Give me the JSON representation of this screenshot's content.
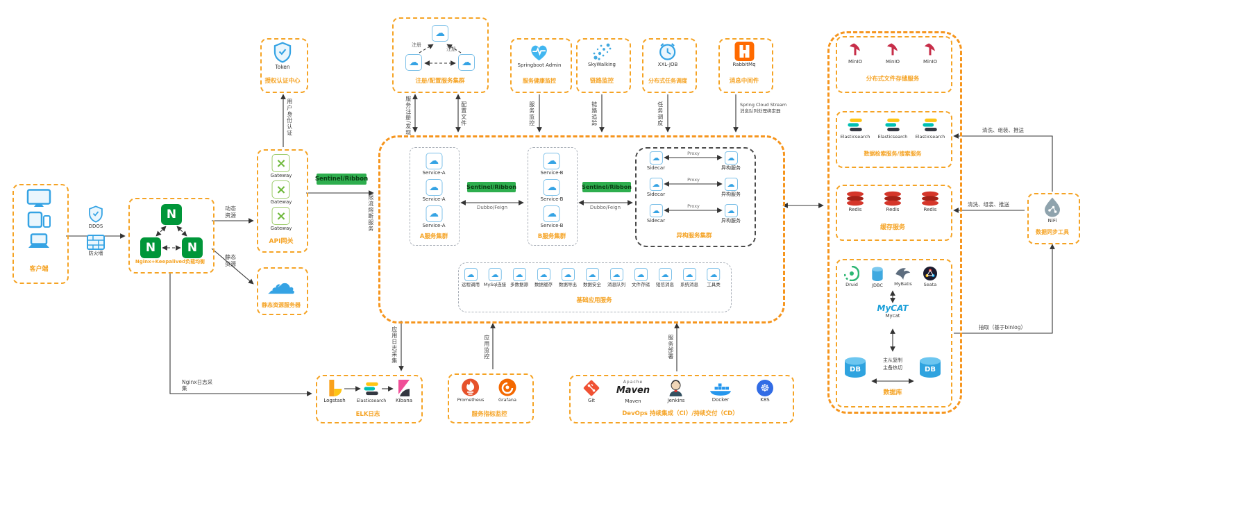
{
  "colors": {
    "accent_orange": "#F5A324",
    "line": "#333333",
    "blue": "#35A3E4",
    "sentinel_green": "#2EAE4E",
    "nginx_green": "#009639"
  },
  "diagram": {
    "client": {
      "label": "客户端"
    },
    "edge": {
      "ddos": "DDOS",
      "firewall": "防火墙"
    },
    "nginx": {
      "label": "Nginx+Keepalived负载均衡"
    },
    "auth": {
      "token": "Token",
      "label": "授权认证中心",
      "arrow": "用户身份认证"
    },
    "gateway": {
      "g1": "Gateway",
      "g2": "Gateway",
      "g3": "Gateway",
      "label": "API网关",
      "arrow_dynamic": "动态资源",
      "arrow_static": "静态资源",
      "sentinel": "Sentinel/Ribbon",
      "sentinel_note": "限流熔断服务"
    },
    "static_server": {
      "label": "静态资源服务器"
    },
    "registry": {
      "label": "注册/配置服务集群",
      "reg1": "注册",
      "reg2": "注册",
      "arrow_discovery": "服务注册/发现",
      "arrow_config": "配置文件"
    },
    "admin": {
      "name": "Springboot Admin",
      "label": "服务健康监控",
      "arrow": "服务监控"
    },
    "skywalking": {
      "name": "SkyWalking",
      "label": "链路监控",
      "arrow": "链路追踪"
    },
    "xxljob": {
      "name": "XXL-JOB",
      "label": "分布式任务调度",
      "arrow": "任务调度"
    },
    "rabbitmq": {
      "name": "RabbitMq",
      "label": "消息中间件",
      "arrow1": "Spring Cloud Stream",
      "arrow2": "消息队列处理绑定器"
    },
    "central": {
      "cluster_a": {
        "s1": "Service-A",
        "s2": "Service-A",
        "s3": "Service-A",
        "label": "A服务集群"
      },
      "cluster_b": {
        "s1": "Service-B",
        "s2": "Service-B",
        "s3": "Service-B",
        "label": "B服务集群"
      },
      "sentinel1": "Sentinel/Ribbon",
      "sentinel2": "Sentinel/Ribbon",
      "rpc1": "Dubbo/Feign",
      "rpc2": "Dubbo/Feign",
      "hetero": {
        "label": "异构服务集群",
        "sidecar": "Sidecar",
        "proxy": "Proxy",
        "service": "异构服务"
      },
      "base": {
        "label": "基础应用服务",
        "items": [
          "远程调用",
          "MySql连接",
          "多数据源",
          "数据缓存",
          "数据导出",
          "数据安全",
          "消息队列",
          "文件存储",
          "短信消息",
          "系统消息",
          "工具类"
        ]
      }
    },
    "storage": {
      "minio": {
        "name": "MinIO",
        "label": "分布式文件存储服务"
      },
      "es": {
        "name": "Elasticsearch",
        "label": "数据检索服务/搜索服务"
      },
      "redis": {
        "name": "Redis",
        "label": "缓存服务"
      },
      "db": {
        "druid": "Druid",
        "jdbc": "JDBC",
        "mybatis": "MyBatis",
        "seata": "Seata",
        "mycat_logo": "MyCAT",
        "mycat": "Mycat",
        "db_label": "DB",
        "replicate": "主从复制",
        "switch": "主备热切",
        "label": "数据库"
      }
    },
    "nifi": {
      "name": "NiFi",
      "label": "数据同步工具",
      "arrow_es": "清洗、组装、推送",
      "arrow_redis": "清洗、组装、推送",
      "arrow_db": "抽取（基于binlog）"
    },
    "elk": {
      "logstash": "Logstash",
      "es": "Elasticsearch",
      "kibana": "Kibana",
      "label": "ELK日志",
      "arrow_app": "应用日志采集",
      "arrow_nginx": "Nginx日志采集"
    },
    "metrics": {
      "prometheus": "Prometheus",
      "grafana": "Grafana",
      "label": "服务指标监控",
      "arrow": "应用监控"
    },
    "devops": {
      "git": "Git",
      "maven_l1": "Apache",
      "maven_l2": "Maven",
      "maven": "Maven",
      "jenkins": "Jenkins",
      "docker": "Docker",
      "k8s": "K8S",
      "label": "DevOps 持续集成（CI）/持续交付（CD）",
      "arrow": "服务部署"
    }
  }
}
